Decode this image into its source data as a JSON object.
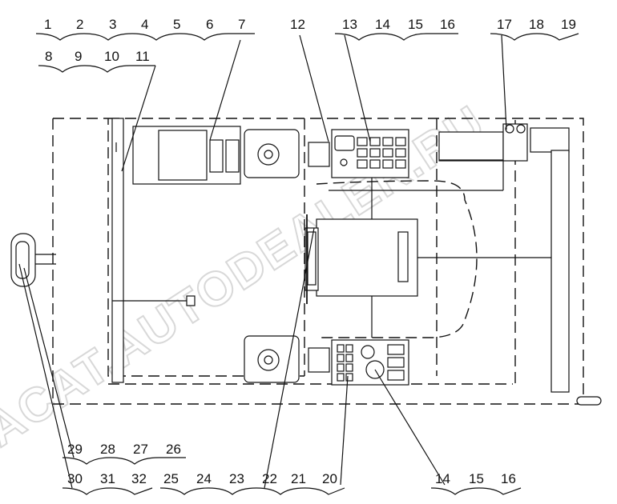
{
  "watermark": "ACAT.AUTODEALER.RU",
  "callouts": {
    "top_row_1": [
      "1",
      "2",
      "3",
      "4",
      "5",
      "6",
      "7"
    ],
    "top_row_2": [
      "8",
      "9",
      "10",
      "11"
    ],
    "top_mid": [
      "12",
      "13",
      "14",
      "15",
      "16"
    ],
    "top_right": [
      "17",
      "18",
      "19"
    ],
    "bottom_left_row_1": [
      "29",
      "28",
      "27",
      "26"
    ],
    "bottom_left_row_2": [
      "30",
      "31",
      "32"
    ],
    "bottom_mid": [
      "25",
      "24",
      "23",
      "22",
      "21",
      "20"
    ],
    "bottom_right": [
      "14",
      "15",
      "16"
    ]
  }
}
